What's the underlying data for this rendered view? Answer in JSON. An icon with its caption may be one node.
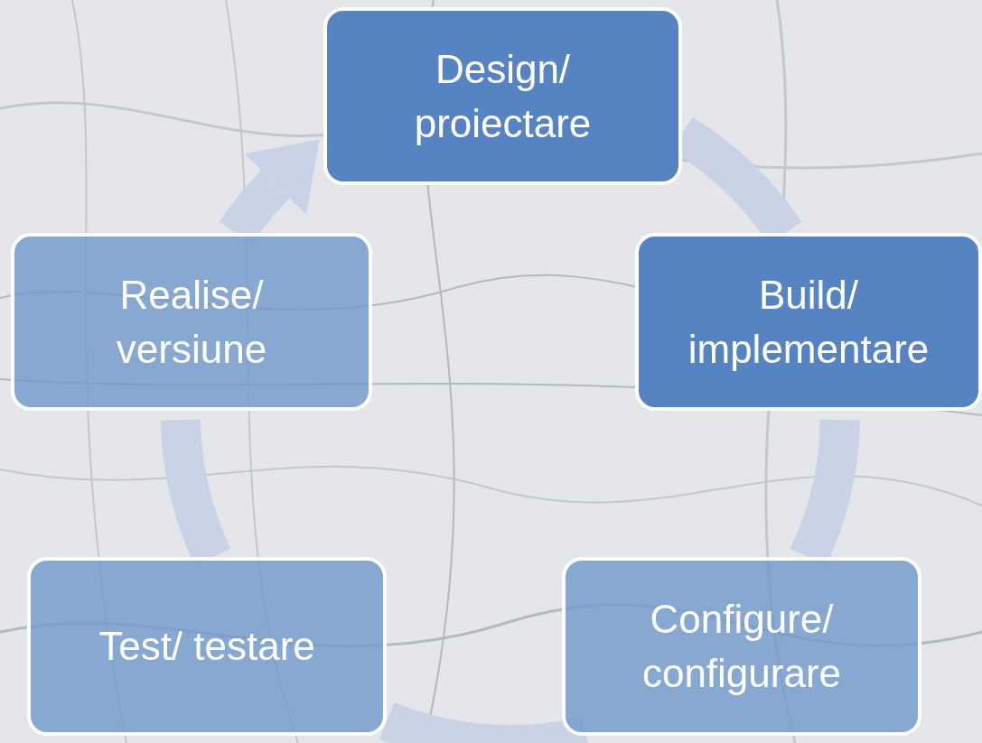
{
  "diagram": {
    "nodes": [
      {
        "text": [
          "Design/ proiectare"
        ]
      },
      {
        "text": [
          "Build/ implementare"
        ]
      },
      {
        "text": [
          "Configure/ configurare"
        ]
      },
      {
        "text": [
          "Test/ testare"
        ]
      },
      {
        "text": [
          "Realise/ versiune"
        ]
      }
    ],
    "edges": [
      {
        "from": 0,
        "to": 1,
        "arrow": "none"
      },
      {
        "from": 1,
        "to": 2,
        "arrow": "none"
      },
      {
        "from": 2,
        "to": 3,
        "arrow": "none"
      },
      {
        "from": 3,
        "to": 4,
        "arrow": "none"
      },
      {
        "from": 4,
        "to": 0,
        "arrow": "to"
      }
    ]
  }
}
